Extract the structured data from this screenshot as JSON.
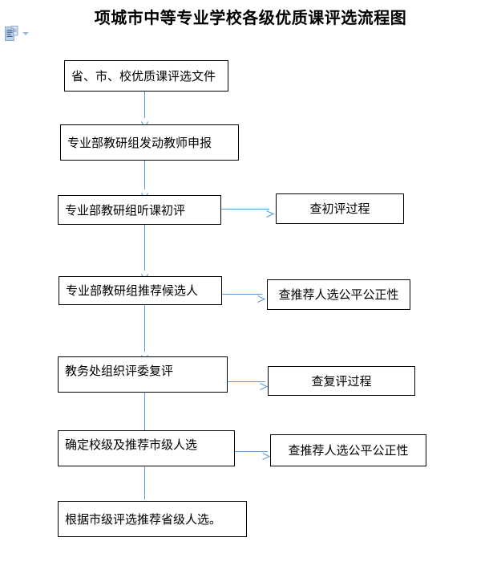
{
  "document": {
    "title": "项城市中等专业学校各级优质课评选流程图"
  },
  "toolbar": {
    "paste_icon_name": "paste-options-icon",
    "paste_caret_name": "paste-options-dropdown-arrow"
  },
  "colors": {
    "connector": "#5b9bd5",
    "box_border": "#000000",
    "box_fill": "#ffffff",
    "text": "#000000",
    "icon_blue": "#a9c2e0"
  },
  "flowchart": {
    "type": "flowchart",
    "orientation": "top-to-bottom",
    "main_steps": [
      {
        "id": "step1",
        "label": "省、市、校优质课评选文件"
      },
      {
        "id": "step2",
        "label": "专业部教研组发动教师申报"
      },
      {
        "id": "step3",
        "label": "专业部教研组听课初评"
      },
      {
        "id": "step4",
        "label": "专业部教研组推荐候选人"
      },
      {
        "id": "step5",
        "label": "教务处组织评委复评"
      },
      {
        "id": "step6",
        "label": "确定校级及推荐市级人选"
      },
      {
        "id": "step7",
        "label": "根据市级评选推荐省级人选。"
      }
    ],
    "side_checks": [
      {
        "id": "check1",
        "label": "查初评过程",
        "from": "step3"
      },
      {
        "id": "check2",
        "label": "查推荐人选公平公正性",
        "from": "step4"
      },
      {
        "id": "check3",
        "label": "查复评过程",
        "from": "step5"
      },
      {
        "id": "check4",
        "label": "查推荐人选公平公正性",
        "from": "step6"
      }
    ],
    "connections": [
      {
        "from": "step1",
        "to": "step2",
        "direction": "down"
      },
      {
        "from": "step2",
        "to": "step3",
        "direction": "down"
      },
      {
        "from": "step3",
        "to": "step4",
        "direction": "down"
      },
      {
        "from": "step4",
        "to": "step5",
        "direction": "down"
      },
      {
        "from": "step5",
        "to": "step6",
        "direction": "down"
      },
      {
        "from": "step6",
        "to": "step7",
        "direction": "down"
      },
      {
        "from": "step3",
        "to": "check1",
        "direction": "right"
      },
      {
        "from": "step4",
        "to": "check2",
        "direction": "right"
      },
      {
        "from": "step5",
        "to": "check3",
        "direction": "right"
      },
      {
        "from": "step6",
        "to": "check4",
        "direction": "right"
      }
    ]
  }
}
